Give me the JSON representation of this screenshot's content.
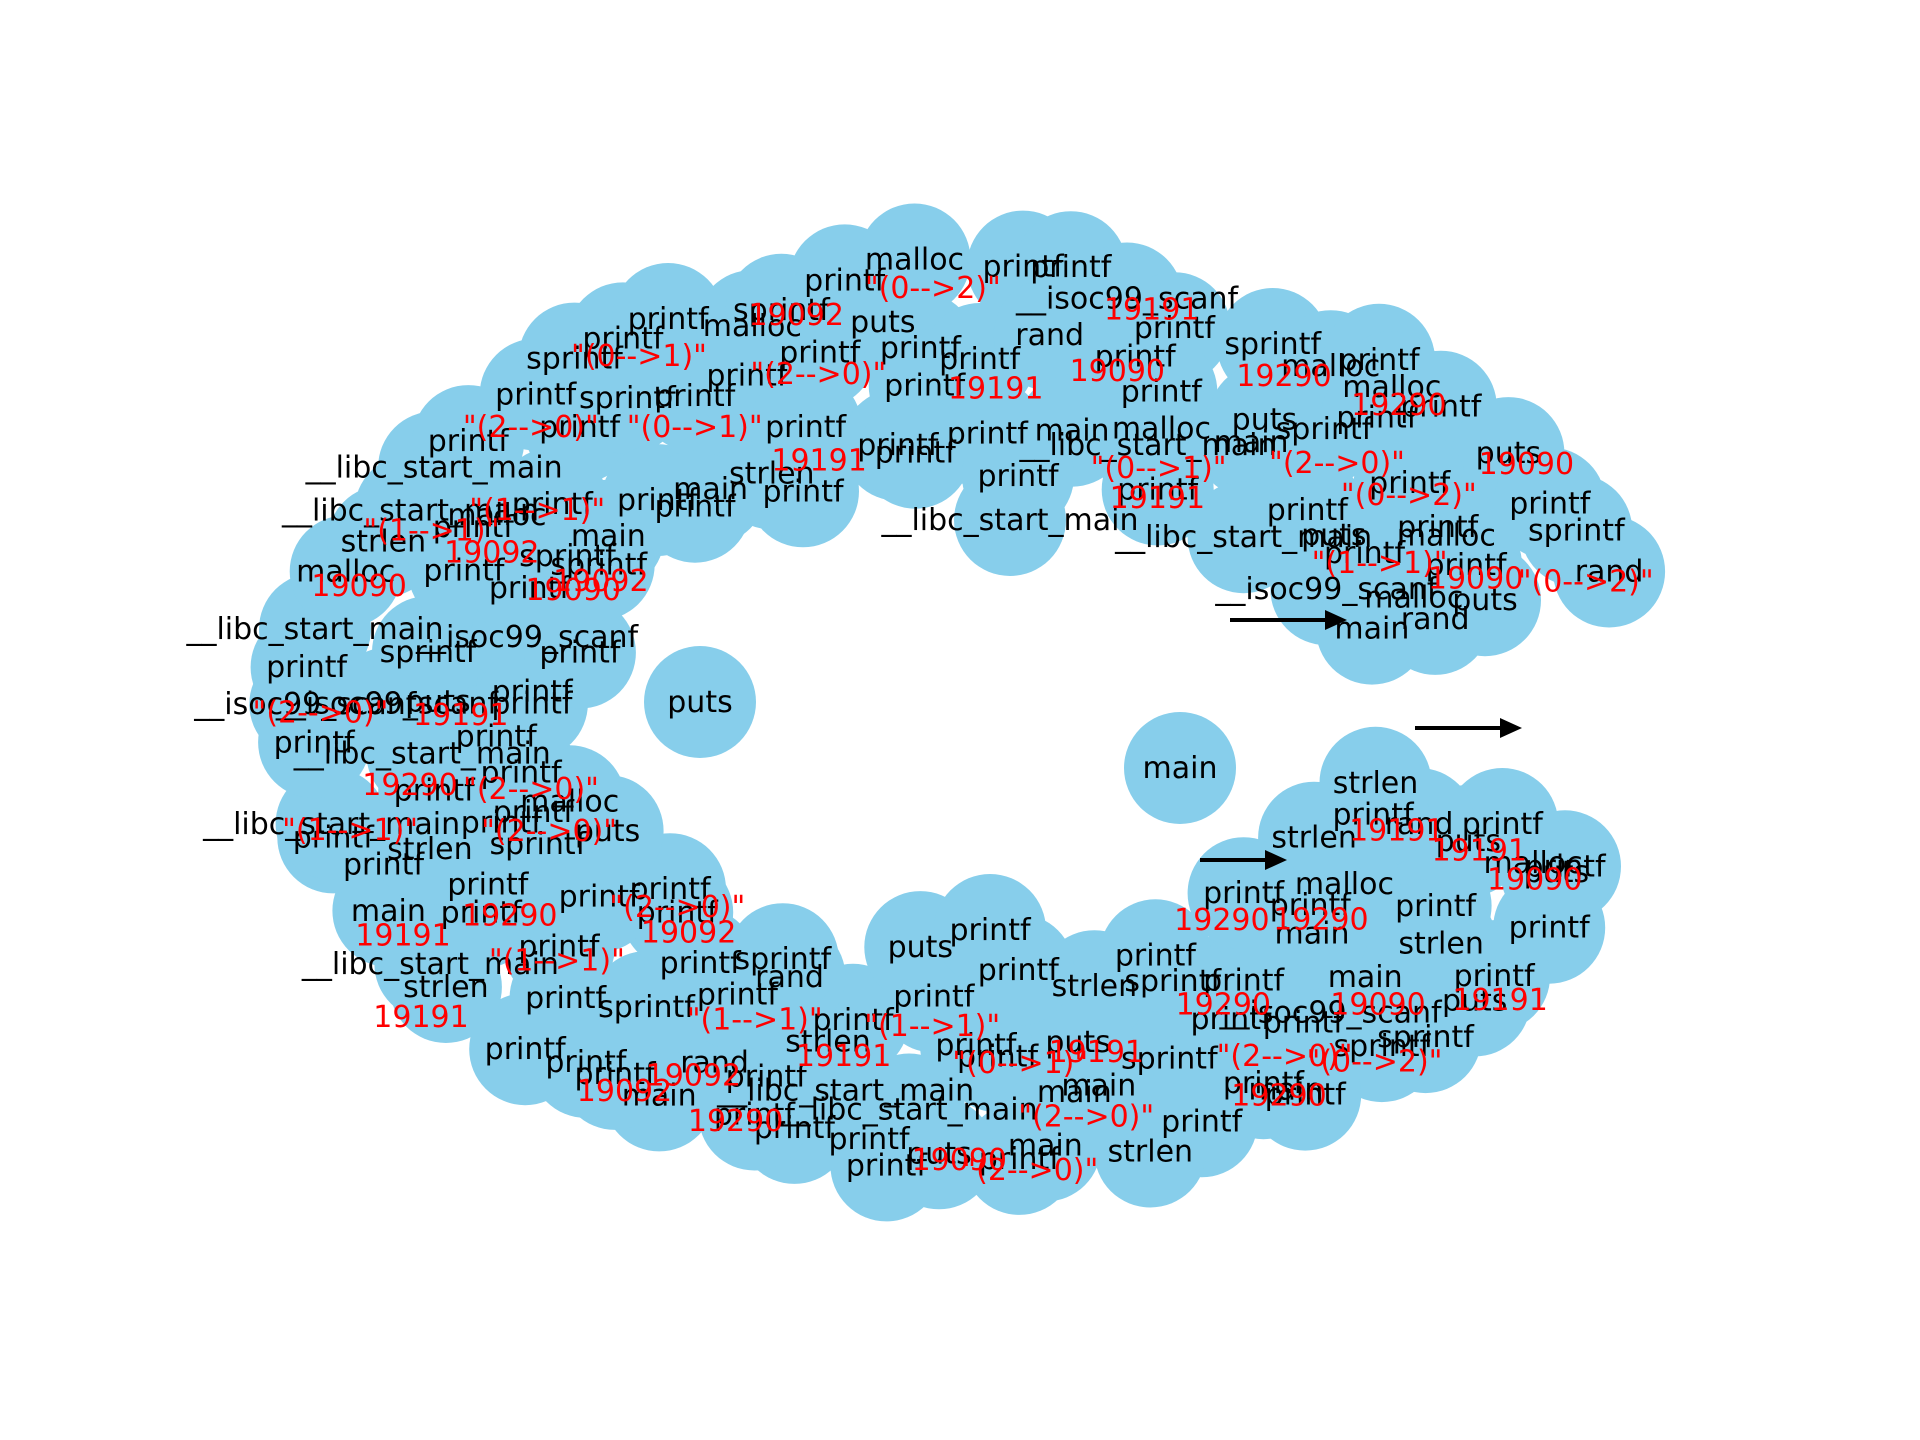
{
  "graph": {
    "node_color": "#87ceeb",
    "node_label_color": "#000000",
    "edge_label_color": "#ff0000",
    "edge_color": "#000000",
    "node_labels": [
      "printf",
      "puts",
      "printf",
      "printf",
      "puts",
      "sprintf",
      "sprintf",
      "printf",
      "printf",
      "printf",
      "strlen",
      "main",
      "printf",
      "puts",
      "printf",
      "printf",
      "printf",
      "main",
      "printf",
      "printf",
      "printf",
      "strlen",
      "__libc_start_main",
      "main",
      "printf",
      "printf",
      "__libc_start_main",
      "printf",
      "__isoc99_scanf",
      "printf",
      "__libc_start_main",
      "malloc",
      "strlen",
      "__libc_start_main",
      "__libc_start_main",
      "printf",
      "printf",
      "sprintf",
      "printf",
      "printf",
      "malloc",
      "sprintf",
      "printf",
      "malloc",
      "printf",
      "printf",
      "__isoc99_scanf",
      "printf",
      "sprintf",
      "malloc",
      "printf",
      "malloc",
      "printf",
      "puts",
      "printf",
      "sprintf",
      "rand",
      "printf",
      "puts",
      "printf",
      "strlen",
      "main",
      "__isoc99_scanf",
      "printf",
      "printf",
      "sprintf",
      "main",
      "main",
      "printf",
      "__libc_start_main",
      "__libc_start_main",
      "strlen",
      "printf",
      "rand",
      "sprintf",
      "printf",
      "printf",
      "printf",
      "printf",
      "strlen",
      "printf",
      "__libc_start_main",
      "__isoc99_scanf",
      "puts",
      "sprintf",
      "printf",
      "printf",
      "malloc",
      "printf",
      "printf",
      "sprintf",
      "printf",
      "printf",
      "printf",
      "puts",
      "printf",
      "printf",
      "rand",
      "printf",
      "printf",
      "puts",
      "sprintf",
      "printf",
      "printf",
      "malloc",
      "printf",
      "printf",
      "puts",
      "rand",
      "printf",
      "malloc",
      "printf",
      "main",
      "printf",
      "sprintf",
      "strlen",
      "puts",
      "printf",
      "printf",
      "printf",
      "rand",
      "printf",
      "printf",
      "printf",
      "printf",
      "sprintf",
      "printf",
      "printf",
      "printf",
      "printf",
      "printf",
      "__isoc99_scanf",
      "printf",
      "sprintf",
      "main",
      "printf",
      "main",
      "strlen",
      "printf",
      "printf",
      "printf",
      "printf",
      "main",
      "__libc_start_main",
      "malloc",
      "main",
      "printf",
      "puts",
      "printf",
      "malloc",
      "rand",
      "strlen",
      "strlen",
      "printf",
      "printf",
      "printf",
      "puts",
      "sprintf",
      "printf",
      "puts",
      "malloc",
      "printf",
      "printf",
      "sprintf",
      "printf",
      "printf",
      "printf",
      "printf",
      "printf",
      "__libc_start_main",
      "__isoc99_scanf",
      "main",
      "main",
      "printf",
      "__libc_start_main",
      "puts",
      "malloc",
      "main",
      "printf"
    ],
    "edge_labels": [
      "19191",
      "19290",
      "19090",
      "19092",
      "19191",
      "\"(2-->0)\"",
      "\"(1-->1)\"",
      "\"(0-->1)\"",
      "\"(0-->2)\"",
      "19290",
      "19090",
      "19191",
      "\"(2-->0)\"",
      "\"(0-->1)\"",
      "19092",
      "19290",
      "19191",
      "\"(1-->1)\"",
      "\"(2-->0)\"",
      "19090",
      "\"(0-->2)\"",
      "19191",
      "19290",
      "\"(1-->1)\"",
      "19092",
      "\"(2-->0)\"",
      "19090",
      "19191",
      "\"(0-->1)\"",
      "\"(1-->1)\"",
      "19290",
      "\"(2-->0)\"",
      "19092",
      "19191",
      "19090",
      "\"(0-->2)\"",
      "\"(2-->0)\"",
      "19290",
      "19191",
      "\"(1-->1)\"",
      "19090",
      "\"(2-->0)\"",
      "19092",
      "19191",
      "19290",
      "\"(0-->2)\"",
      "19090",
      "\"(2-->0)\"",
      "19191",
      "\"(1-->1)\"",
      "19290",
      "19092",
      "\"(0-->1)\"",
      "19191",
      "\"(2-->0)\"",
      "19090",
      "19290",
      "19191",
      "\"(1-->1)\"",
      "\"(2-->0)\""
    ]
  }
}
